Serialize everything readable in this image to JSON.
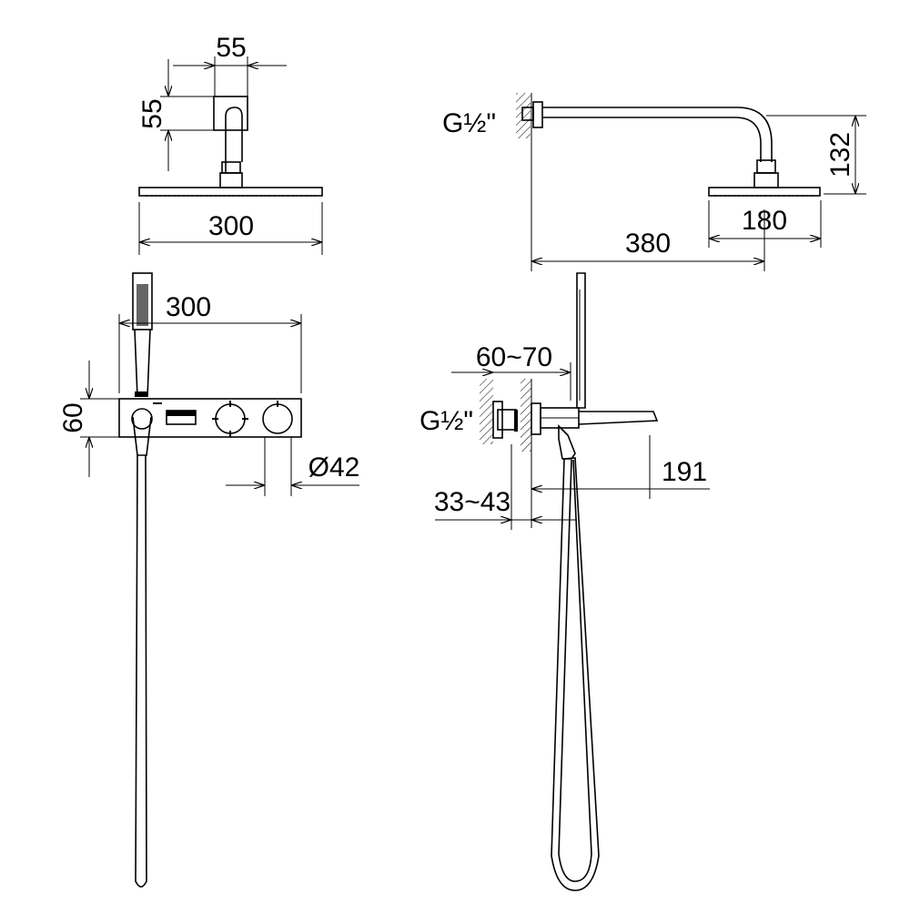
{
  "dimensions": {
    "head_arm_width": "55",
    "head_arm_height": "55",
    "head_width_front": "300",
    "thread_head": "G½\"",
    "arm_drop": "132",
    "head_width_side": "180",
    "arm_projection": "380",
    "panel_width": "300",
    "panel_height": "60",
    "knob_diameter": "Ø42",
    "thread_body": "G½\"",
    "wall_depth_range": "60~70",
    "spout_projection": "191",
    "installation_depth": "33~43"
  }
}
